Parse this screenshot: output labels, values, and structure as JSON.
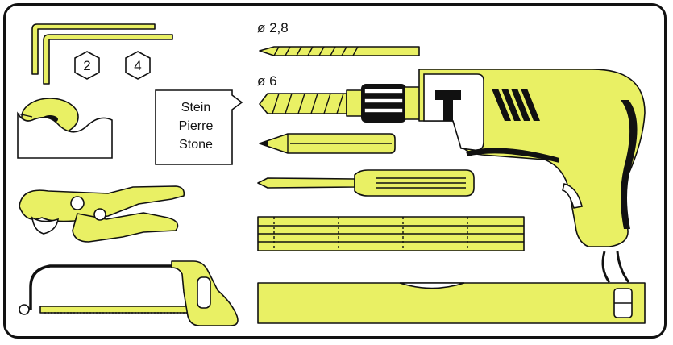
{
  "hex_key_sizes": [
    "2",
    "4"
  ],
  "drill_bit_labels": [
    "ø 2,8",
    "ø 6"
  ],
  "material_label": [
    "Stein",
    "Pierre",
    "Stone"
  ],
  "drill_badge": "T",
  "colors": {
    "tool_yellow": "#e9f064",
    "outline": "#111111",
    "background": "#ffffff"
  }
}
